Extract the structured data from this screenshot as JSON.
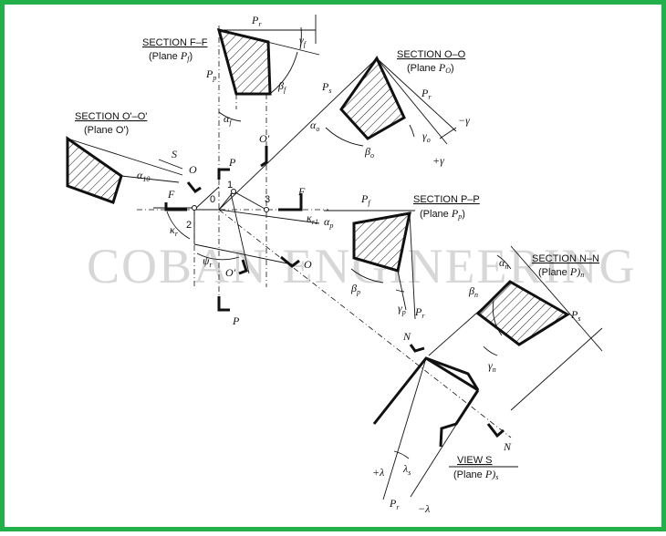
{
  "border_color": "#22b04b",
  "watermark": "COBAN ENGINEERING",
  "sections": {
    "ff": {
      "title": "SECTION F–F",
      "plane_pre": "(Plane ",
      "plane_sym": "P",
      "plane_sub": "f",
      "plane_post": ")"
    },
    "oo": {
      "title": "SECTION O–O",
      "plane_pre": "(Plane ",
      "plane_sym": "P",
      "plane_sub": "O",
      "plane_post": ")"
    },
    "o1o1": {
      "title": "SECTION O'–O'",
      "plane": "(Plane O')"
    },
    "pp": {
      "title": "SECTION P–P",
      "plane_pre": "(Plane ",
      "plane_sym": "P",
      "plane_sub": "p",
      "plane_post": ")"
    },
    "nn": {
      "title": "SECTION N–N",
      "plane_pre": "(Plane ",
      "plane_sym": "P)",
      "plane_sub": "n",
      "plane_post": ""
    },
    "view_s": {
      "title": "VIEW S",
      "plane_pre": "(Plane ",
      "plane_sym": "P)",
      "plane_sub": "s",
      "plane_post": ""
    }
  },
  "symbols": {
    "P": "P",
    "alpha": "α",
    "beta": "β",
    "gamma": "γ",
    "kappa": "κ",
    "psi": "ψ",
    "lambda": "λ",
    "r": "r",
    "f": "f",
    "p": "p",
    "s": "s",
    "o": "o",
    "n": "n",
    "io": "10",
    "r1": "r1",
    "S": "S",
    "F": "F",
    "O": "O",
    "O_prime": "O'",
    "N": "N",
    "minus_gamma": "−γ",
    "plus_gamma": "+γ",
    "plus_lambda": "+λ",
    "minus_lambda": "−λ",
    "pt0": "0",
    "pt1": "1",
    "pt2": "2",
    "pt3": "3"
  }
}
